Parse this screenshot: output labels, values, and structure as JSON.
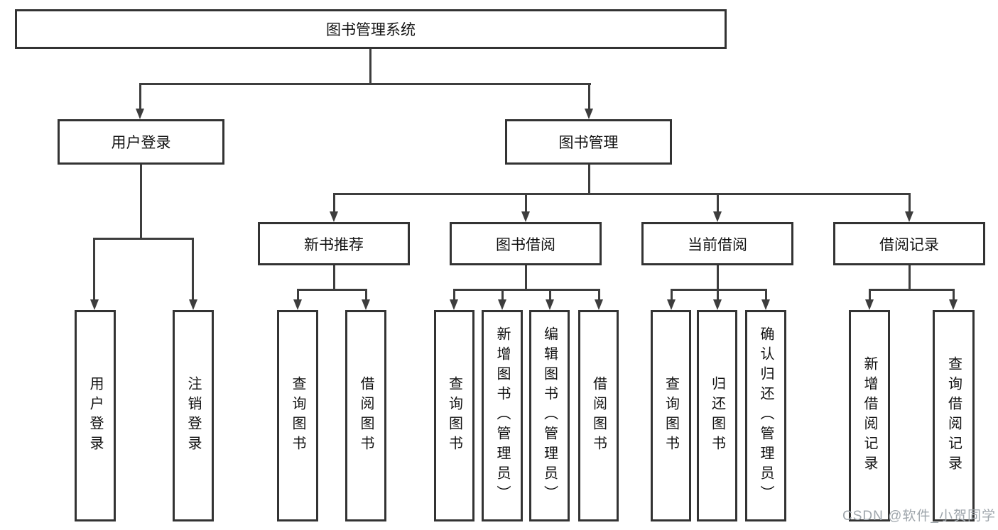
{
  "diagram": {
    "title": "图书管理系统",
    "nodes": {
      "login": "用户登录",
      "manage": "图书管理",
      "recommend": "新书推荐",
      "borrow": "图书借阅",
      "current": "当前借阅",
      "records": "借阅记录"
    },
    "leaves": {
      "login": [
        "用户登录",
        "注销登录"
      ],
      "recommend": [
        "查询图书",
        "借阅图书"
      ],
      "borrow": [
        "查询图书",
        "新增图书（管理员）",
        "编辑图书（管理员）",
        "借阅图书"
      ],
      "current": [
        "查询图书",
        "归还图书",
        "确认归还（管理员）"
      ],
      "records": [
        "新增借阅记录",
        "查询借阅记录"
      ]
    }
  },
  "watermark": "CSDN @软件_小贺同学",
  "colors": {
    "line": "#3d3d3d",
    "border": "#333333",
    "text": "#111111",
    "watermark": "#9fa6ac",
    "background": "#ffffff"
  }
}
